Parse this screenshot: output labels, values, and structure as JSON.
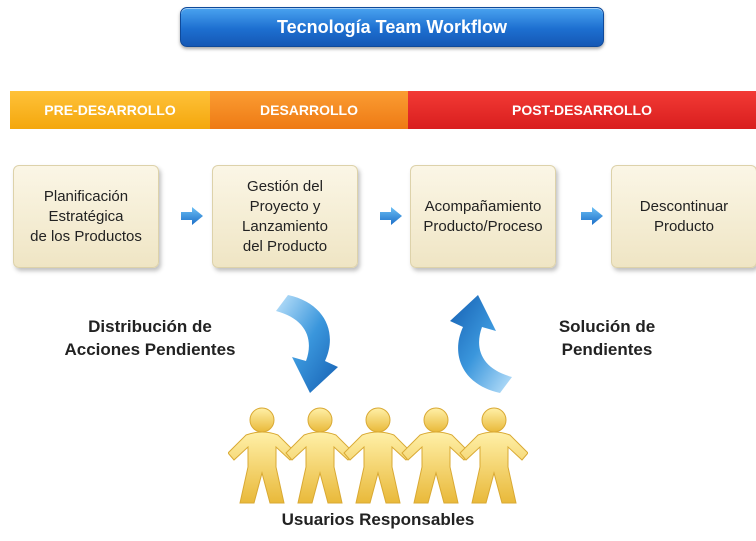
{
  "title": "Tecnología Team Workflow",
  "phases": {
    "pre": "PRE-DESARROLLO",
    "dev": "DESARROLLO",
    "post": "POST-DESARROLLO"
  },
  "steps": [
    "Planificación\nEstratégica\nde los Productos",
    "Gestión del\nProyecto y\nLanzamiento\ndel Producto",
    "Acompañamiento\nProducto/Proceso",
    "Descontinuar\nProducto"
  ],
  "labels": {
    "distribution": "Distribución de\nAcciones Pendientes",
    "solution": "Solución de\nPendientes",
    "users": "Usuarios Responsables"
  },
  "colors": {
    "title": "#1d6fd0",
    "pre": "#f4a70c",
    "dev": "#ee7a14",
    "post": "#d91e1e",
    "step_fill": "#f5edd3",
    "arrow": "#2f8fdc",
    "people": "#f2cf5a"
  }
}
